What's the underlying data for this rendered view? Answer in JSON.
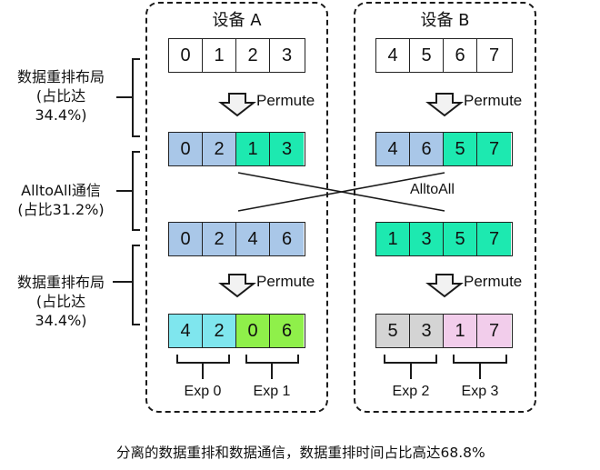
{
  "devices": [
    {
      "title": "设备 A",
      "rows": [
        {
          "cells": [
            {
              "v": "0",
              "c": "#ffffff"
            },
            {
              "v": "1",
              "c": "#ffffff"
            },
            {
              "v": "2",
              "c": "#ffffff"
            },
            {
              "v": "3",
              "c": "#ffffff"
            }
          ]
        },
        {
          "cells": [
            {
              "v": "0",
              "c": "#a9c7e8"
            },
            {
              "v": "2",
              "c": "#a9c7e8"
            },
            {
              "v": "1",
              "c": "#1de9b0"
            },
            {
              "v": "3",
              "c": "#1de9b0"
            }
          ]
        },
        {
          "cells": [
            {
              "v": "0",
              "c": "#a9c7e8"
            },
            {
              "v": "2",
              "c": "#a9c7e8"
            },
            {
              "v": "4",
              "c": "#a9c7e8"
            },
            {
              "v": "6",
              "c": "#a9c7e8"
            }
          ]
        },
        {
          "cells": [
            {
              "v": "4",
              "c": "#7fe6ee"
            },
            {
              "v": "2",
              "c": "#7fe6ee"
            },
            {
              "v": "0",
              "c": "#8ff04a"
            },
            {
              "v": "6",
              "c": "#8ff04a"
            }
          ]
        }
      ],
      "permute_labels": [
        "Permute",
        "Permute"
      ],
      "experts": [
        "Exp 0",
        "Exp 1"
      ]
    },
    {
      "title": "设备 B",
      "rows": [
        {
          "cells": [
            {
              "v": "4",
              "c": "#ffffff"
            },
            {
              "v": "5",
              "c": "#ffffff"
            },
            {
              "v": "6",
              "c": "#ffffff"
            },
            {
              "v": "7",
              "c": "#ffffff"
            }
          ]
        },
        {
          "cells": [
            {
              "v": "4",
              "c": "#a9c7e8"
            },
            {
              "v": "6",
              "c": "#a9c7e8"
            },
            {
              "v": "5",
              "c": "#1de9b0"
            },
            {
              "v": "7",
              "c": "#1de9b0"
            }
          ]
        },
        {
          "cells": [
            {
              "v": "1",
              "c": "#1de9b0"
            },
            {
              "v": "3",
              "c": "#1de9b0"
            },
            {
              "v": "5",
              "c": "#1de9b0"
            },
            {
              "v": "7",
              "c": "#1de9b0"
            }
          ]
        },
        {
          "cells": [
            {
              "v": "5",
              "c": "#d4d4d4"
            },
            {
              "v": "3",
              "c": "#d4d4d4"
            },
            {
              "v": "1",
              "c": "#f2cdeb"
            },
            {
              "v": "7",
              "c": "#f2cdeb"
            }
          ]
        }
      ],
      "permute_labels": [
        "Permute",
        "Permute"
      ],
      "experts": [
        "Exp 2",
        "Exp 3"
      ]
    }
  ],
  "alltoall_label": "AlltoAll",
  "side_labels": [
    {
      "line1": "数据重排布局",
      "line2": "(占比达",
      "line3": "34.4%)"
    },
    {
      "line1": "AlltoAll通信",
      "line2": "(占比31.2%)"
    },
    {
      "line1": "数据重排布局",
      "line2": "(占比达",
      "line3": "34.4%)"
    }
  ],
  "caption": "分离的数据重排和数据通信，数据重排时间占比高达68.8%",
  "colors": {
    "blue": "#a9c7e8",
    "teal_green": "#1de9b0",
    "cyan": "#7fe6ee",
    "lime": "#8ff04a",
    "gray": "#d4d4d4",
    "pink": "#f2cdeb"
  }
}
